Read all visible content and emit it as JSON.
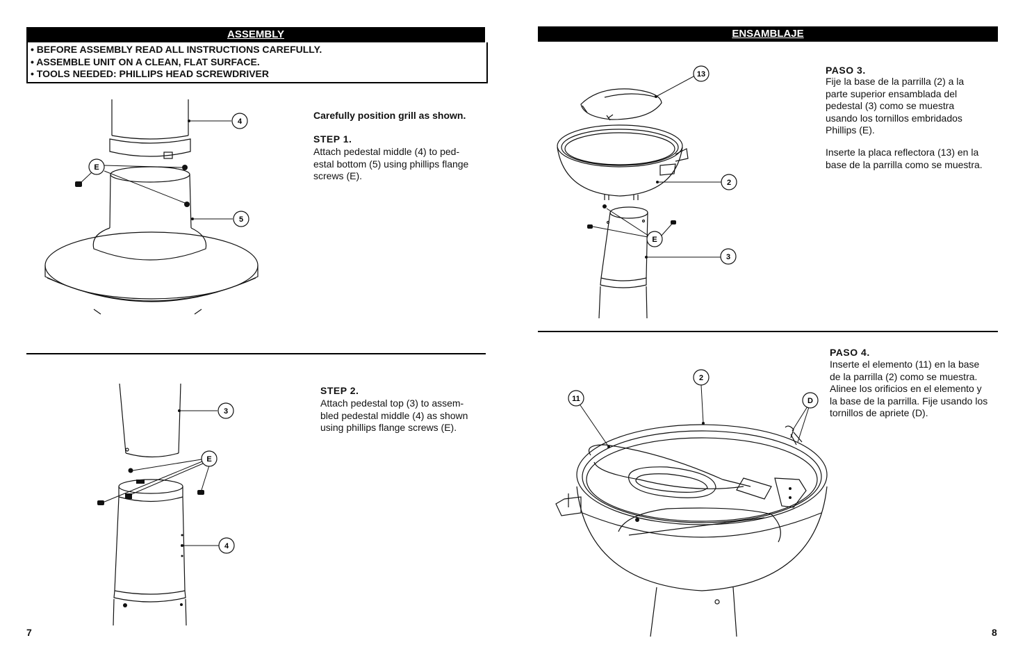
{
  "left": {
    "banner": "ASSEMBLY",
    "bullets": [
      "• BEFORE ASSEMBLY READ ALL INSTRUCTIONS CAREFULLY.",
      "• ASSEMBLE UNIT ON A CLEAN, FLAT SURFACE.",
      "• TOOLS NEEDED: PHILLIPS HEAD SCREWDRIVER"
    ],
    "intro": "Carefully position grill as shown.",
    "step1": {
      "title": "STEP 1.",
      "lines": [
        "Attach pedestal middle (4) to ped-",
        "estal bottom (5) using phillips flange",
        "screws (E)."
      ]
    },
    "step2": {
      "title": "STEP 2.",
      "lines": [
        "Attach pedestal top (3) to assem-",
        "bled pedestal middle (4) as shown",
        "using phillips flange screws (E)."
      ]
    },
    "fig1_labels": {
      "a": "4",
      "b": "E",
      "c": "5"
    },
    "fig2_labels": {
      "a": "3",
      "b": "E",
      "c": "4"
    },
    "page_number": "7"
  },
  "right": {
    "banner": "ENSAMBLAJE",
    "paso3": {
      "title": "PASO 3.",
      "lines": [
        "Fije la base de la parrilla (2) a la",
        "parte superior ensamblada del",
        "pedestal (3) como se muestra",
        "usando los tornillos embridados",
        "Phillips (E)."
      ],
      "note_lines": [
        "Inserte la placa reflectora (13) en la",
        "base de la parrilla como se muestra."
      ]
    },
    "paso4": {
      "title": "PASO 4.",
      "lines": [
        "Inserte el elemento (11) en la base",
        "de la parrilla (2) como se muestra.",
        "Alinee los orificios en el elemento y",
        "la base de la parrilla. Fije usando los",
        "tornillos de apriete (D)."
      ]
    },
    "fig3_labels": {
      "a": "13",
      "b": "2",
      "c": "E",
      "d": "3"
    },
    "fig4_labels": {
      "a": "2",
      "b": "11",
      "c": "D"
    },
    "page_number": "8"
  }
}
